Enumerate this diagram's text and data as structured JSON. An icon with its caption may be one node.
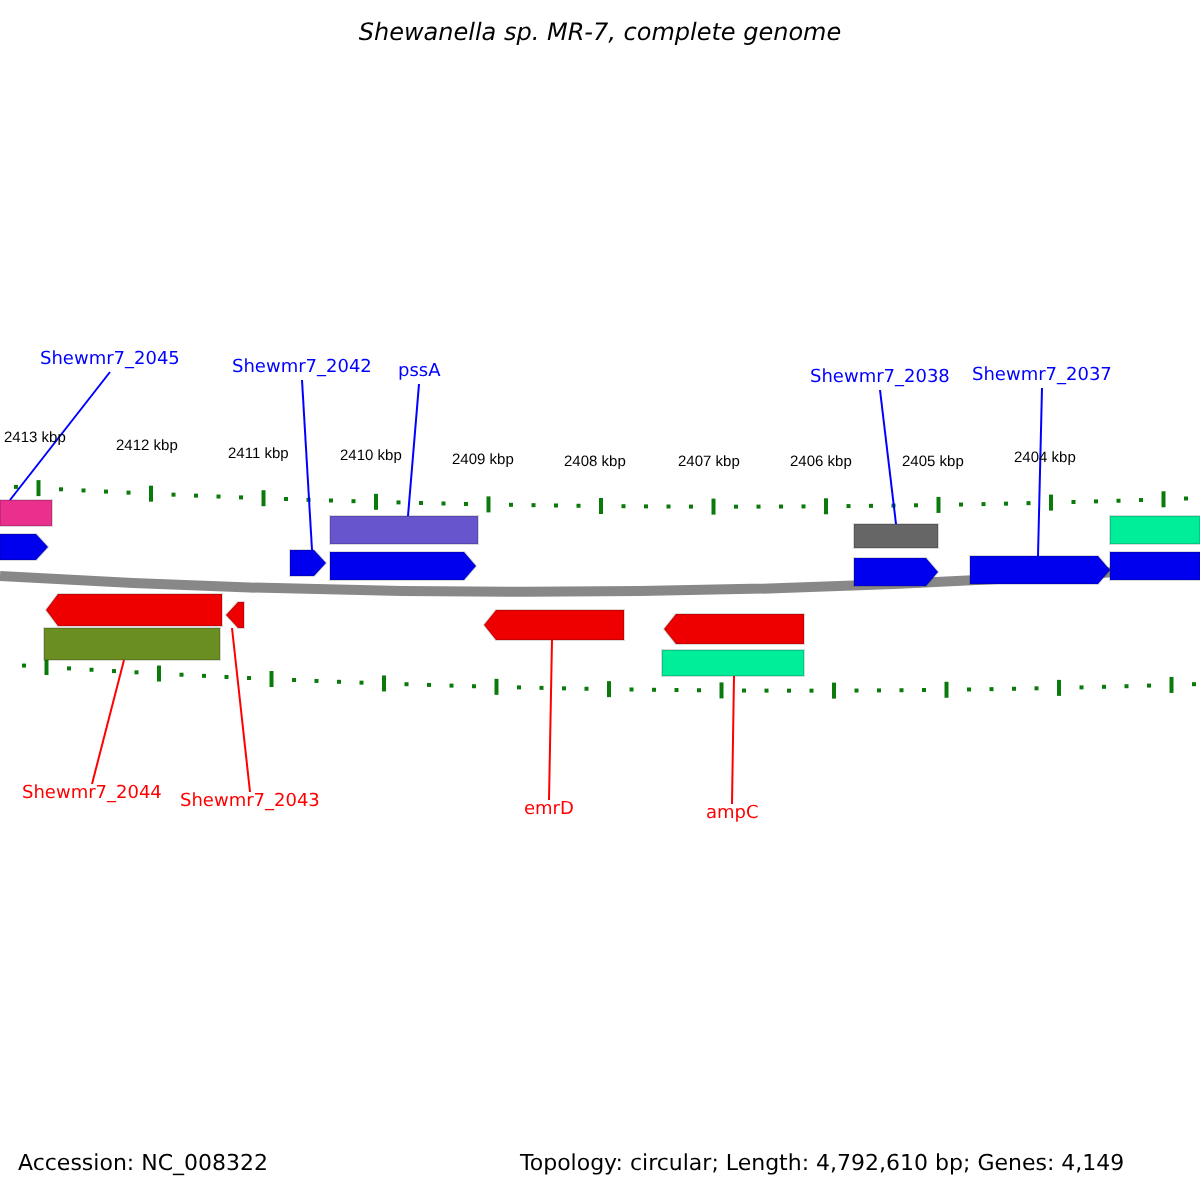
{
  "diagram": {
    "title": "Shewanella sp. MR-7, complete genome",
    "nodes": [
      {
        "text": [
          "Shewmr7_2045"
        ]
      },
      {
        "text": [
          "Shewmr7_2042"
        ]
      },
      {
        "text": [
          "pssA"
        ]
      },
      {
        "text": [
          "Shewmr7_2038"
        ]
      },
      {
        "text": [
          "Shewmr7_2037"
        ]
      },
      {
        "text": [
          "Shewmr7_2044"
        ]
      },
      {
        "text": [
          "Shewmr7_2043"
        ]
      },
      {
        "text": [
          "emrD"
        ]
      },
      {
        "text": [
          "ampC"
        ]
      },
      {
        "text": [],
        "shape": "bar"
      },
      {
        "text": [],
        "shape": "bar"
      },
      {
        "text": [],
        "shape": "bar"
      },
      {
        "text": [],
        "shape": "bar"
      },
      {
        "text": [],
        "shape": "bar"
      },
      {
        "text": [],
        "shape": "bar"
      },
      {
        "text": [],
        "shape": "bar"
      },
      {
        "text": [],
        "shape": "bar"
      },
      {
        "text": [],
        "shape": "bar"
      },
      {
        "text": [],
        "shape": "bar"
      },
      {
        "text": [],
        "shape": "bar"
      },
      {
        "text": [],
        "shape": "bar"
      },
      {
        "text": [],
        "shape": "bar"
      },
      {
        "text": [],
        "shape": "bar"
      },
      {
        "text": [],
        "shape": "bar"
      },
      {
        "text": [],
        "shape": "bar"
      }
    ],
    "edges": [
      {
        "from": 0,
        "to": 9,
        "arrow": "none"
      },
      {
        "from": 1,
        "to": 10,
        "arrow": "none"
      },
      {
        "from": 2,
        "to": 11,
        "arrow": "none"
      },
      {
        "from": 3,
        "to": 12,
        "arrow": "none"
      },
      {
        "from": 4,
        "to": 13,
        "arrow": "none"
      },
      {
        "from": 5,
        "to": 14,
        "arrow": "none",
        "color": "#ff0000"
      },
      {
        "from": 6,
        "to": 15,
        "arrow": "none",
        "color": "#ff0000"
      },
      {
        "from": 7,
        "to": 16,
        "arrow": "none",
        "color": "#ff0000"
      },
      {
        "from": 8,
        "to": 17,
        "arrow": "none",
        "color": "#ff0000"
      }
    ],
    "labels": [
      "2413 kbp",
      "2412 kbp",
      "2411 kbp",
      "2410 kbp",
      "2409 kbp",
      "2408 kbp",
      "2407 kbp",
      "2406 kbp",
      "2405 kbp",
      "2404 kbp",
      "Accession: NC_008322",
      "Topology: circular; Length: 4,792,610 bp; Genes: 4,149"
    ]
  }
}
